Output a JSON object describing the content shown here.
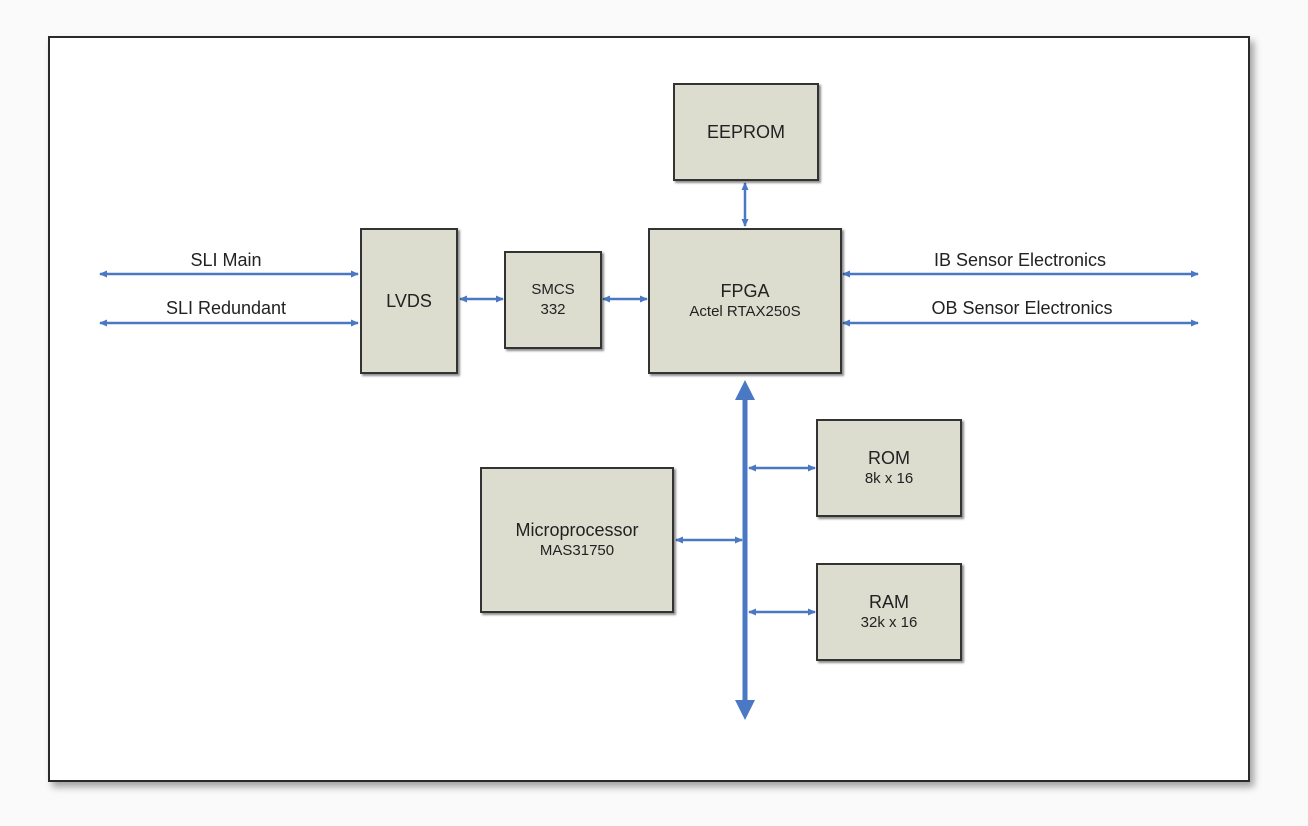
{
  "diagram": {
    "blocks": {
      "eeprom": {
        "title": "EEPROM"
      },
      "lvds": {
        "title": "LVDS"
      },
      "smcs": {
        "title": "SMCS",
        "subtitle": "332"
      },
      "fpga": {
        "title": "FPGA",
        "subtitle": "Actel RTAX250S"
      },
      "rom": {
        "title": "ROM",
        "subtitle": "8k x 16"
      },
      "ram": {
        "title": "RAM",
        "subtitle": "32k x 16"
      },
      "micro": {
        "title": "Microprocessor",
        "subtitle": "MAS31750"
      }
    },
    "links": {
      "sli_main": "SLI Main",
      "sli_redundant": "SLI Redundant",
      "ib_sensor": "IB Sensor Electronics",
      "ob_sensor": "OB Sensor Electronics"
    },
    "colors": {
      "block_fill": "#dcdccf",
      "block_border": "#333333",
      "wire": "#4a78c2"
    }
  }
}
